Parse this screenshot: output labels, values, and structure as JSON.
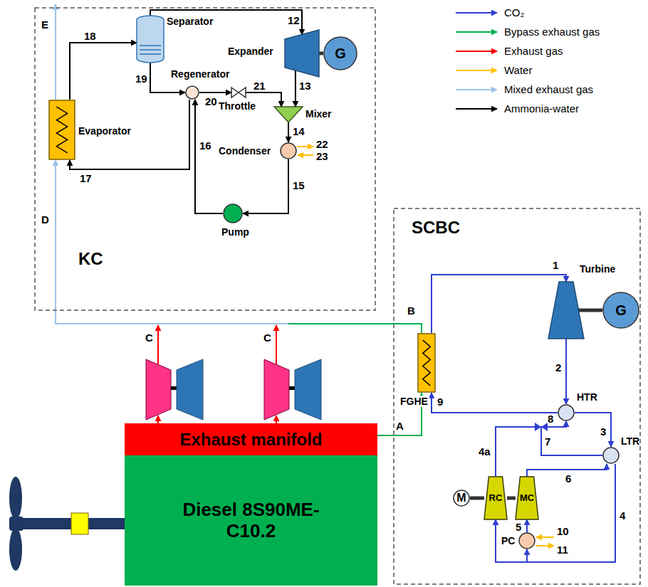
{
  "diagram": {
    "nodes": [
      {
        "text": [
          "KC"
        ]
      },
      {
        "text": [
          "Separator"
        ],
        "in": 0
      },
      {
        "text": [
          "Expander"
        ],
        "in": 0
      },
      {
        "text": [
          "G"
        ],
        "in": 0
      },
      {
        "text": [
          "Evaporator"
        ],
        "in": 0
      },
      {
        "text": [
          "Regenerator"
        ],
        "in": 0
      },
      {
        "text": [
          "Throttle"
        ],
        "in": 0
      },
      {
        "text": [
          "Mixer"
        ],
        "in": 0
      },
      {
        "text": [
          "Condenser"
        ],
        "in": 0
      },
      {
        "text": [
          "Pump"
        ],
        "in": 0
      },
      {
        "text": [
          "SCBC"
        ]
      },
      {
        "text": [
          "Turbine"
        ],
        "in": 10
      },
      {
        "text": [
          "G"
        ],
        "in": 10
      },
      {
        "text": [
          "FGHE"
        ],
        "in": 10
      },
      {
        "text": [
          "HTR"
        ],
        "in": 10
      },
      {
        "text": [
          "LTR"
        ],
        "in": 10
      },
      {
        "text": [
          "PC"
        ],
        "in": 10
      },
      {
        "text": [
          "MC"
        ],
        "in": 10
      },
      {
        "text": [
          "RC"
        ],
        "in": 10
      },
      {
        "text": [
          "M"
        ],
        "in": 10
      },
      {
        "text": [
          "Exhaust manifold"
        ]
      },
      {
        "text": [
          "Diesel 8S90ME-C10.2"
        ]
      }
    ],
    "edges": [
      {
        "from": 4,
        "to": 1,
        "arrow": "to"
      },
      {
        "from": 1,
        "to": 2,
        "arrow": "to"
      },
      {
        "from": 2,
        "to": 3,
        "arrow": "none"
      },
      {
        "from": 1,
        "to": 5,
        "arrow": "to"
      },
      {
        "from": 5,
        "to": 6,
        "arrow": "to"
      },
      {
        "from": 6,
        "to": 7,
        "arrow": "to"
      },
      {
        "from": 2,
        "to": 7,
        "arrow": "to"
      },
      {
        "from": 7,
        "to": 8,
        "arrow": "to"
      },
      {
        "from": 8,
        "to": 9,
        "arrow": "to"
      },
      {
        "from": 9,
        "to": 5,
        "arrow": "to"
      },
      {
        "from": 5,
        "to": 4,
        "arrow": "to"
      },
      {
        "from": 13,
        "to": 11,
        "arrow": "to"
      },
      {
        "from": 11,
        "to": 12,
        "arrow": "none"
      },
      {
        "from": 11,
        "to": 14,
        "arrow": "to"
      },
      {
        "from": 14,
        "to": 15,
        "arrow": "to"
      },
      {
        "from": 15,
        "to": 16,
        "arrow": "to"
      },
      {
        "from": 15,
        "to": 18,
        "arrow": "to"
      },
      {
        "from": 16,
        "to": 17,
        "arrow": "to"
      },
      {
        "from": 17,
        "to": 15,
        "arrow": "to"
      },
      {
        "from": 15,
        "to": 14,
        "arrow": "to"
      },
      {
        "from": 18,
        "to": 14,
        "arrow": "to"
      },
      {
        "from": 14,
        "to": 13,
        "arrow": "to"
      },
      {
        "from": 19,
        "to": 18,
        "arrow": "none"
      },
      {
        "from": 18,
        "to": 17,
        "arrow": "none"
      },
      {
        "from": 20,
        "to": 13,
        "arrow": "to"
      },
      {
        "from": 13,
        "to": 4,
        "arrow": "to"
      }
    ],
    "labels": [
      "E",
      "18",
      "12",
      "19",
      "20",
      "21",
      "13",
      "14",
      "22",
      "23",
      "15",
      "16",
      "17",
      "D",
      "B",
      "C",
      "C",
      "A",
      "1",
      "2",
      "3",
      "4",
      "4a",
      "5",
      "6",
      "7",
      "8",
      "9",
      "10",
      "11"
    ],
    "legend": [
      {
        "text": "CO₂"
      },
      {
        "text": "Bypass exhaust gas"
      },
      {
        "text": "Exhaust gas"
      },
      {
        "text": "Water"
      },
      {
        "text": "Mixed exhaust gas"
      },
      {
        "text": "Ammonia-water"
      }
    ]
  }
}
